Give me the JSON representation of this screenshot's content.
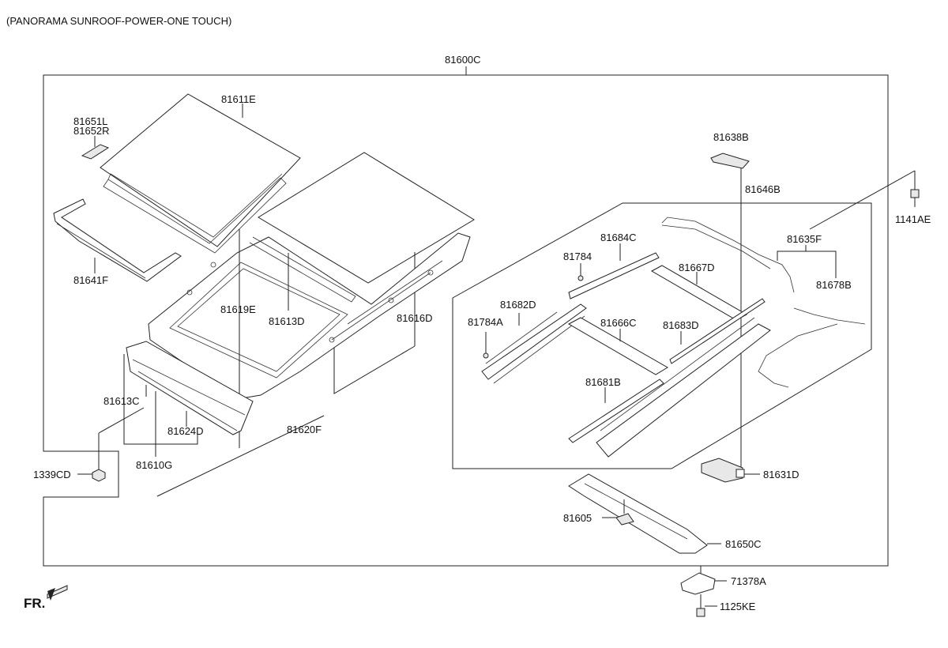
{
  "title": "(PANORAMA SUNROOF-POWER-ONE TOUCH)",
  "direction_label": "FR.",
  "parts": {
    "p81600C": "81600C",
    "p81611E": "81611E",
    "p81651L": "81651L",
    "p81652R": "81652R",
    "p81641F": "81641F",
    "p81619E": "81619E",
    "p81613D": "81613D",
    "p81616D": "81616D",
    "p81613C": "81613C",
    "p81624D": "81624D",
    "p81610G": "81610G",
    "p81620F": "81620F",
    "p1339CD": "1339CD",
    "p81638B": "81638B",
    "p81646B": "81646B",
    "p1141AE": "1141AE",
    "p81635F": "81635F",
    "p81684C": "81684C",
    "p81784": "81784",
    "p81667D": "81667D",
    "p81678B": "81678B",
    "p81682D": "81682D",
    "p81784A": "81784A",
    "p81666C": "81666C",
    "p81683D": "81683D",
    "p81681B": "81681B",
    "p81631D": "81631D",
    "p81605": "81605",
    "p81650C": "81650C",
    "p71378A": "71378A",
    "p1125KE": "1125KE"
  }
}
